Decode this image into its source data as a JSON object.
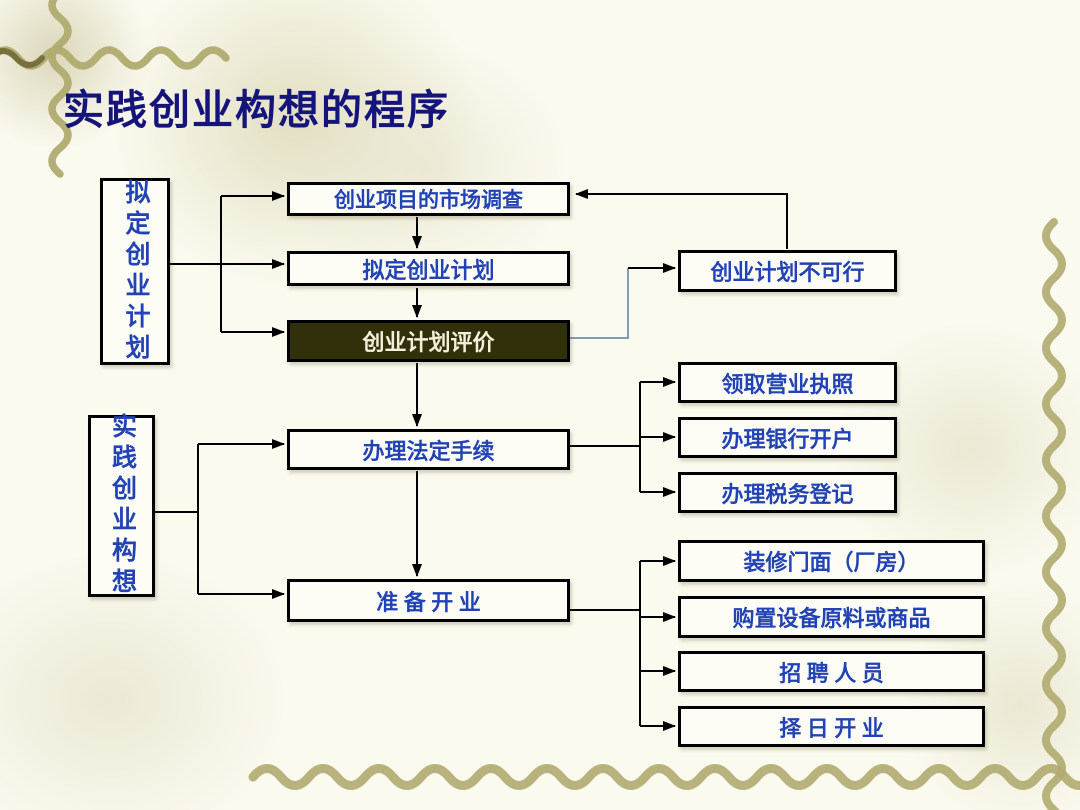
{
  "slide": {
    "title": "实践创业构想的程序"
  },
  "colors": {
    "background": "#fbfaef",
    "title_text": "#14147a",
    "node_text_blue": "#2243b5",
    "node_border": "#000000",
    "node_fill": "#fdfdf5",
    "highlight_node_fill": "#32300a",
    "highlight_node_text": "#f2efda",
    "feedback_line_blue": "#5b7c9e",
    "decor_olive": "#b0ab6f"
  },
  "nodes": {
    "plan_group": {
      "label": "拟定创业计划"
    },
    "practice_group": {
      "label": "实践创业构想"
    },
    "market_survey": {
      "label": "创业项目的市场调查"
    },
    "draft_plan": {
      "label": "拟定创业计划"
    },
    "plan_evaluation": {
      "label": "创业计划评价"
    },
    "plan_infeasible": {
      "label": "创业计划不可行"
    },
    "legal_procedures": {
      "label": "办理法定手续"
    },
    "business_license": {
      "label": "领取营业执照"
    },
    "bank_account": {
      "label": "办理银行开户"
    },
    "tax_registration": {
      "label": "办理税务登记"
    },
    "prepare_opening": {
      "label": "准 备 开 业"
    },
    "renovate_storefront": {
      "label": "装修门面（厂房）"
    },
    "purchase_equipment": {
      "label": "购置设备原料或商品"
    },
    "recruit_staff": {
      "label": "招 聘 人 员"
    },
    "opening_day": {
      "label": "择 日 开 业"
    }
  }
}
